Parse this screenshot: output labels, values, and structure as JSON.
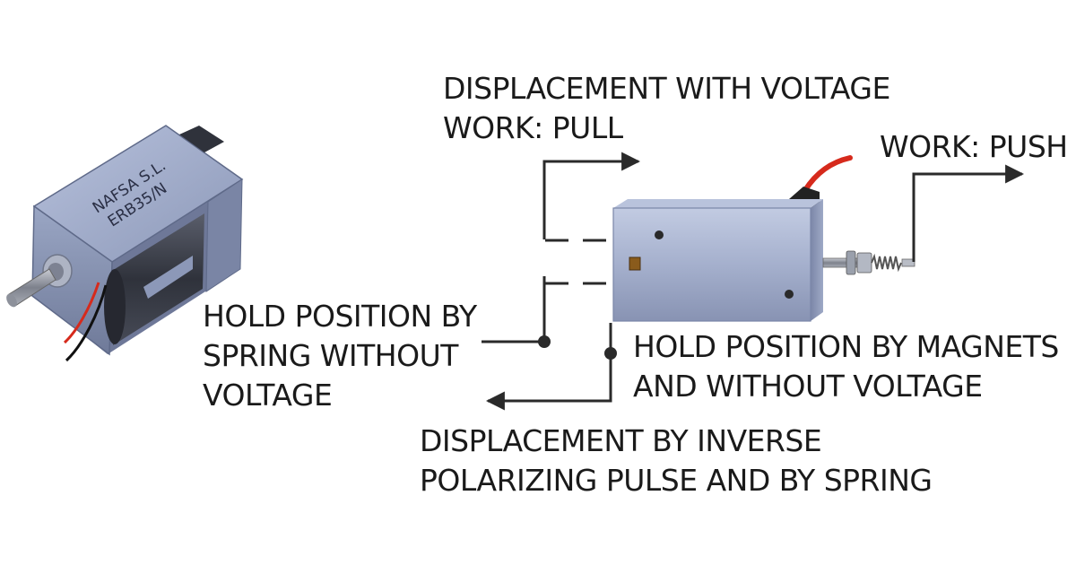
{
  "solenoid_left": {
    "marking_line1": "NAFSA S.L.",
    "marking_line2": "ERB35/N"
  },
  "labels": {
    "pull": [
      "DISPLACEMENT WITH VOLTAGE",
      "WORK: PULL"
    ],
    "push": [
      "WORK: PUSH"
    ],
    "hold_spring": [
      "HOLD POSITION BY",
      "SPRING WITHOUT",
      "VOLTAGE"
    ],
    "hold_magnets": [
      "HOLD POSITION BY MAGNETS",
      "AND WITHOUT VOLTAGE"
    ],
    "inverse": [
      "DISPLACEMENT BY INVERSE",
      "POLARIZING PULSE AND BY SPRING"
    ]
  },
  "colors": {
    "line": "#2a2a2a",
    "body_blue": "#9aa6c4",
    "coil_dark": "#3c3f4a",
    "wire_red": "#d62a1c"
  }
}
